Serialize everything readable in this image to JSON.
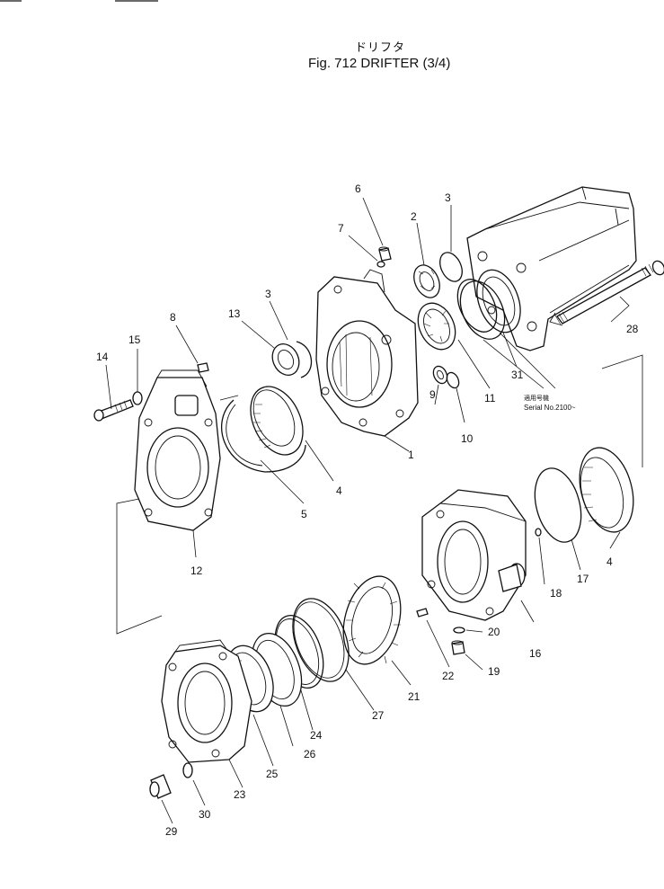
{
  "header": {
    "title_jp": "ドリフタ",
    "title_en": "Fig. 712 DRIFTER (3/4)"
  },
  "note": {
    "jp": "適用号機",
    "serial": "Serial No.2100~"
  },
  "labels": {
    "p1": "1",
    "p2": "2",
    "p3a": "3",
    "p3b": "3",
    "p4a": "4",
    "p4b": "4",
    "p5": "5",
    "p6": "6",
    "p7": "7",
    "p8": "8",
    "p9": "9",
    "p10": "10",
    "p11": "11",
    "p12": "12",
    "p13": "13",
    "p14": "14",
    "p15": "15",
    "p16": "16",
    "p17": "17",
    "p18": "18",
    "p19": "19",
    "p20": "20",
    "p21": "21",
    "p22": "22",
    "p23": "23",
    "p24": "24",
    "p25": "25",
    "p26": "26",
    "p27": "27",
    "p28": "28",
    "p29": "29",
    "p30": "30",
    "p31": "31"
  }
}
